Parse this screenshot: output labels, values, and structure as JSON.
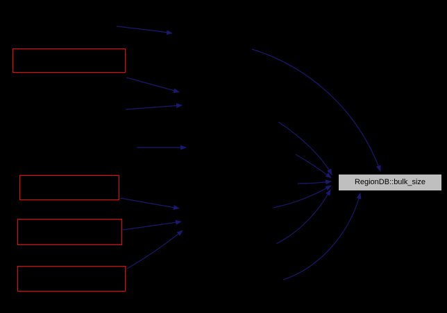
{
  "diagram": {
    "type": "call-graph",
    "background_color": "#000000",
    "edge_color": "#191970",
    "target_node": {
      "label": "RegionDB::bulk_size",
      "fill_color": "#bfbfbf",
      "text_color": "#000000"
    },
    "caller_boxes": [
      {
        "id": "caller-box-1",
        "label": "",
        "border_color": "#ff0000"
      },
      {
        "id": "caller-box-2",
        "label": "",
        "border_color": "#ff0000"
      },
      {
        "id": "caller-box-3",
        "label": "",
        "border_color": "#ff0000"
      },
      {
        "id": "caller-box-4",
        "label": "",
        "border_color": "#ff0000"
      }
    ],
    "edges": {
      "count": 14,
      "style": "bezier",
      "arrowheads": true
    }
  }
}
